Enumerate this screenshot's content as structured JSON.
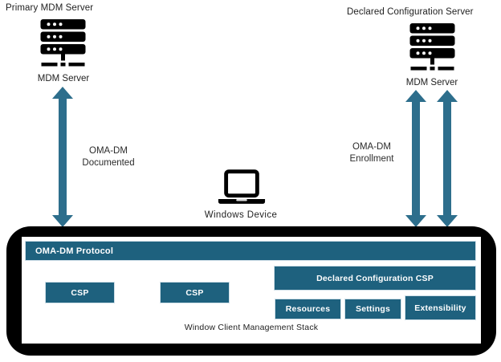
{
  "colors": {
    "box_teal": "#1E617E",
    "arrow_teal": "#2D6E8C",
    "box_border": "#cfdfe8",
    "device_black": "#000000"
  },
  "nodes": {
    "primary": {
      "title": "Primary MDM Server",
      "label": "MDM Server"
    },
    "declared": {
      "title": "Declared Configuration Server",
      "label": "MDM Server"
    }
  },
  "connections": {
    "documented": {
      "line1": "OMA-DM",
      "line2": "Documented"
    },
    "enrollment": {
      "line1": "OMA-DM",
      "line2": "Enrollment"
    }
  },
  "device": {
    "label": "Windows  Device"
  },
  "stack": {
    "protocol": "OMA-DM Protocol",
    "csp_left": "CSP",
    "csp_mid": "CSP",
    "declared_csp": "Declared Configuration CSP",
    "resources": "Resources",
    "settings": "Settings",
    "extensibility": "Extensibility",
    "caption": "Window Client Management Stack"
  },
  "icons": {
    "primary_server": "server-rack-icon",
    "declared_server": "server-rack-icon",
    "windows_device": "laptop-icon"
  }
}
